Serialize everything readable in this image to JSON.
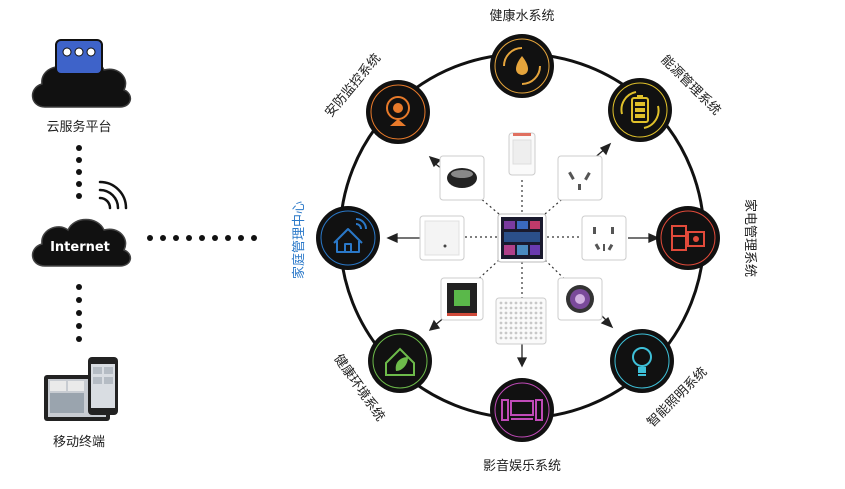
{
  "left_column": {
    "cloud_service_label": "云服务平台",
    "internet_label": "Internet",
    "mobile_label": "移动终端"
  },
  "hub": {
    "center_label": "家庭管理中心"
  },
  "systems": [
    {
      "key": "water",
      "label": "健康水系统",
      "icon": "water-drop-icon",
      "accent": "#e6a53c"
    },
    {
      "key": "energy",
      "label": "能源管理系统",
      "icon": "battery-icon",
      "accent": "#e0c12a"
    },
    {
      "key": "appliance",
      "label": "家电管理系统",
      "icon": "appliance-icon",
      "accent": "#e24a3a"
    },
    {
      "key": "lighting",
      "label": "智能照明系统",
      "icon": "light-bulb-icon",
      "accent": "#3ec0d8"
    },
    {
      "key": "media",
      "label": "影音娱乐系统",
      "icon": "home-theater-icon",
      "accent": "#c04ab8"
    },
    {
      "key": "environment",
      "label": "健康环境系统",
      "icon": "leaf-house-icon",
      "accent": "#6dbb4a"
    },
    {
      "key": "security",
      "label": "安防监控系统",
      "icon": "camera-icon",
      "accent": "#e87a2a"
    }
  ],
  "colors": {
    "ring": "#111111",
    "dots": "#111111",
    "home_icon": "#2a78c8",
    "arrow": "#222222"
  }
}
